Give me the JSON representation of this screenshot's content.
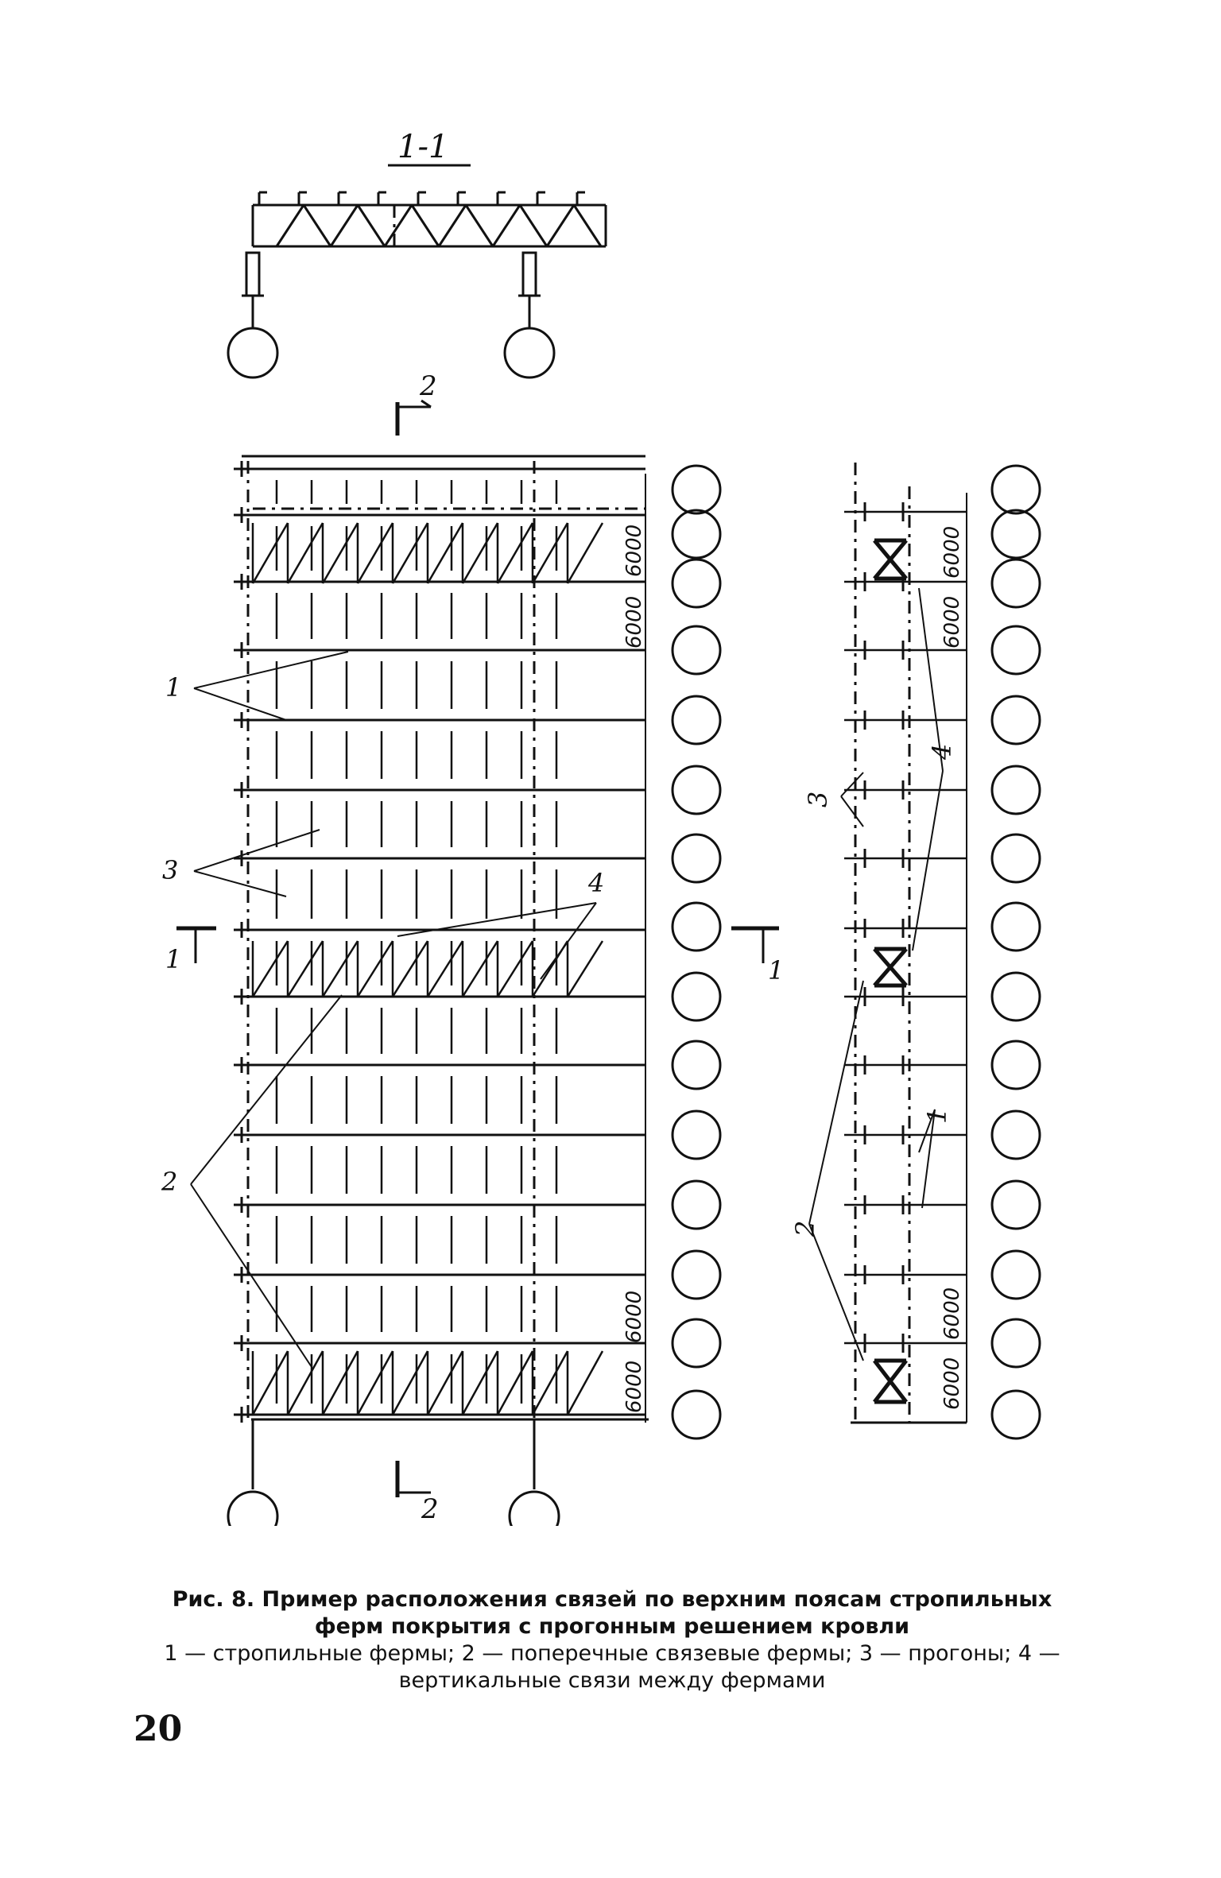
{
  "section_title": "1-1",
  "cut_marks": {
    "top": "2",
    "bottom": "2",
    "left": "1",
    "right": "1"
  },
  "dimension_label": "6000",
  "callouts": {
    "trusses": "1",
    "transverse_bracing": "2",
    "purlins": "3",
    "vertical_braces": "4"
  },
  "caption": {
    "title": "Рис. 8. Пример расположения связей по верхним поясам стропильных ферм покрытия с прогонным решением кровли",
    "legend": "1 — стропильные фермы; 2 — поперечные связевые фермы; 3 — прогоны; 4 — вертикальные связи между фермами"
  },
  "page_number": "20",
  "colors": {
    "ink": "#111111",
    "paper": "#ffffff"
  }
}
